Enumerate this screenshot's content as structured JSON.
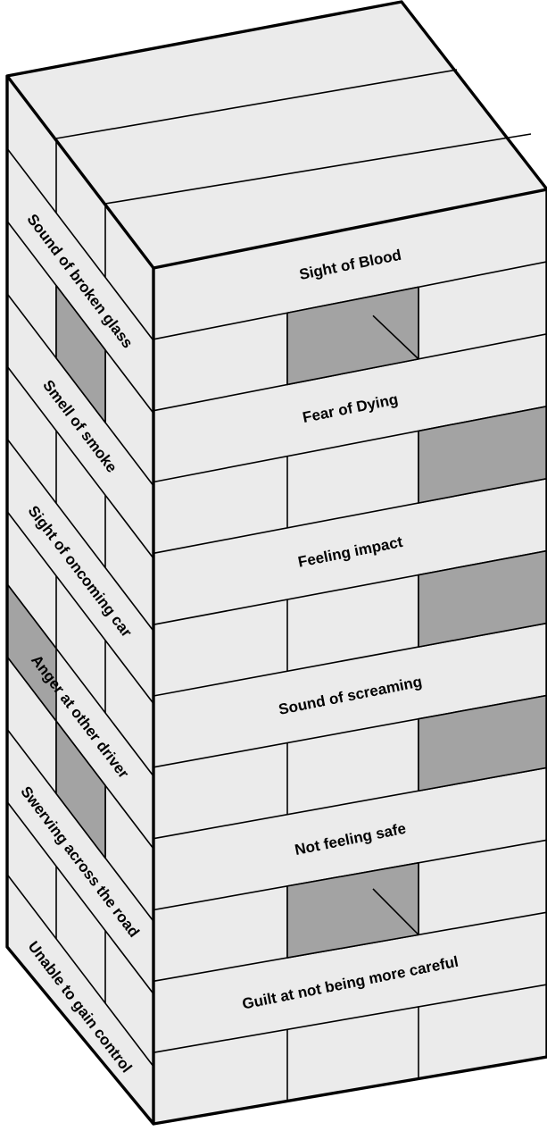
{
  "colors": {
    "block_face": "#ebebeb",
    "gap_shadow": "#a3a3a3",
    "outline": "#000000"
  },
  "front_labels": [
    "Sight of Blood",
    "Fear of Dying",
    "Feeling impact",
    "Sound of screaming",
    "Not feeling safe",
    "Guilt at not being more careful"
  ],
  "side_labels": [
    "Sound of broken glass",
    "Smell of smoke",
    "Sight of oncoming car",
    "Anger at other driver",
    "Swerving across the road",
    "Unable to gain control"
  ]
}
